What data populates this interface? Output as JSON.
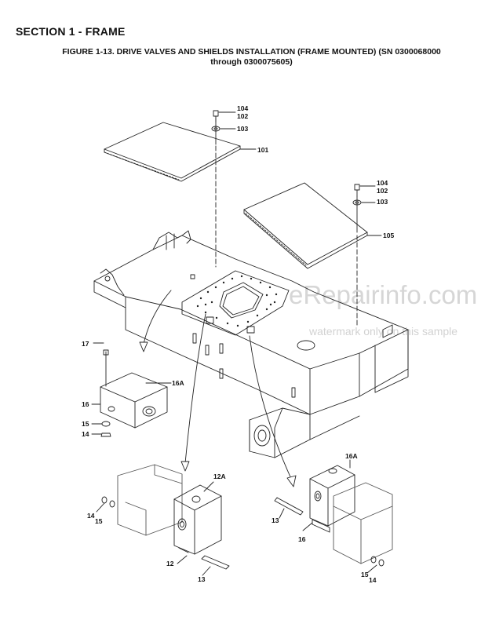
{
  "section_title": "SECTION 1 - FRAME",
  "figure_title_line1": "FIGURE 1-13. DRIVE VALVES AND SHIELDS INSTALLATION (FRAME MOUNTED) (SN 0300068000",
  "figure_title_line2": "through 0300075605)",
  "watermark": {
    "site": "eRepairinfo.com",
    "note": "watermark only on this sample"
  },
  "callouts": {
    "top_bolt_a": "104",
    "top_washer_a": "102",
    "top_nut_a": "103",
    "top_shield": "101",
    "right_bolt_a": "104",
    "right_washer_a": "102",
    "right_nut_a": "103",
    "right_shield": "105",
    "left_bolt": "17",
    "left_valve_label": "16A",
    "left_valve": "16",
    "left_washer": "15",
    "left_nut": "14",
    "mid_valve_label": "12A",
    "mid_nut": "14",
    "mid_washer": "15",
    "mid_valve": "12",
    "mid_bolt": "13",
    "right_valve_label": "16A",
    "right_bolt": "13",
    "right_valve": "16",
    "right_washer": "15",
    "right_nut": "14"
  }
}
